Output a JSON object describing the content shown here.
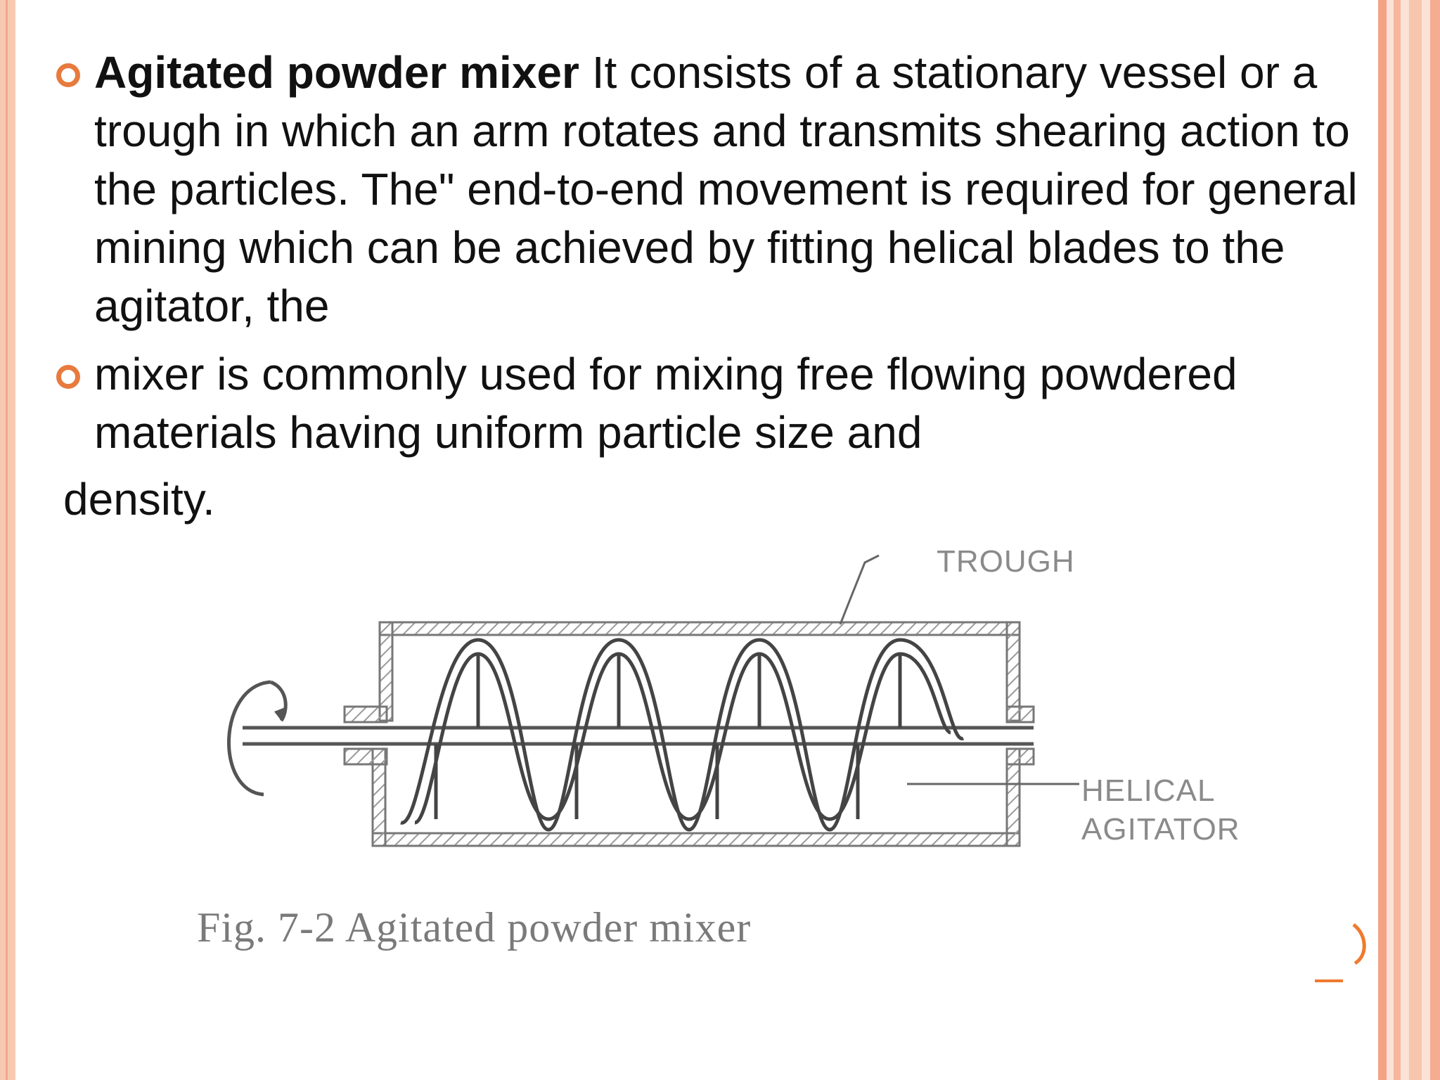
{
  "bullets": [
    {
      "term": "Agitated powder mixer",
      "text": " It consists of a stationary vessel or a trough in which an arm rotates and transmits shearing action to the particles. The\" end-to-end movement is required for general mining which can be achieved by fitting helical blades to the agitator, the"
    },
    {
      "term": "",
      "text": "mixer is commonly used for mixing free flowing  powdered materials having uniform particle size and"
    }
  ],
  "tail_text": "density.",
  "figure": {
    "label_trough": "TROUGH",
    "label_agitator_1": "HELICAL",
    "label_agitator_2": "AGITATOR",
    "caption": "Fig. 7-2  Agitated powder mixer"
  },
  "colors": {
    "accent": "#e87a3e",
    "frame": "#f2a386"
  }
}
